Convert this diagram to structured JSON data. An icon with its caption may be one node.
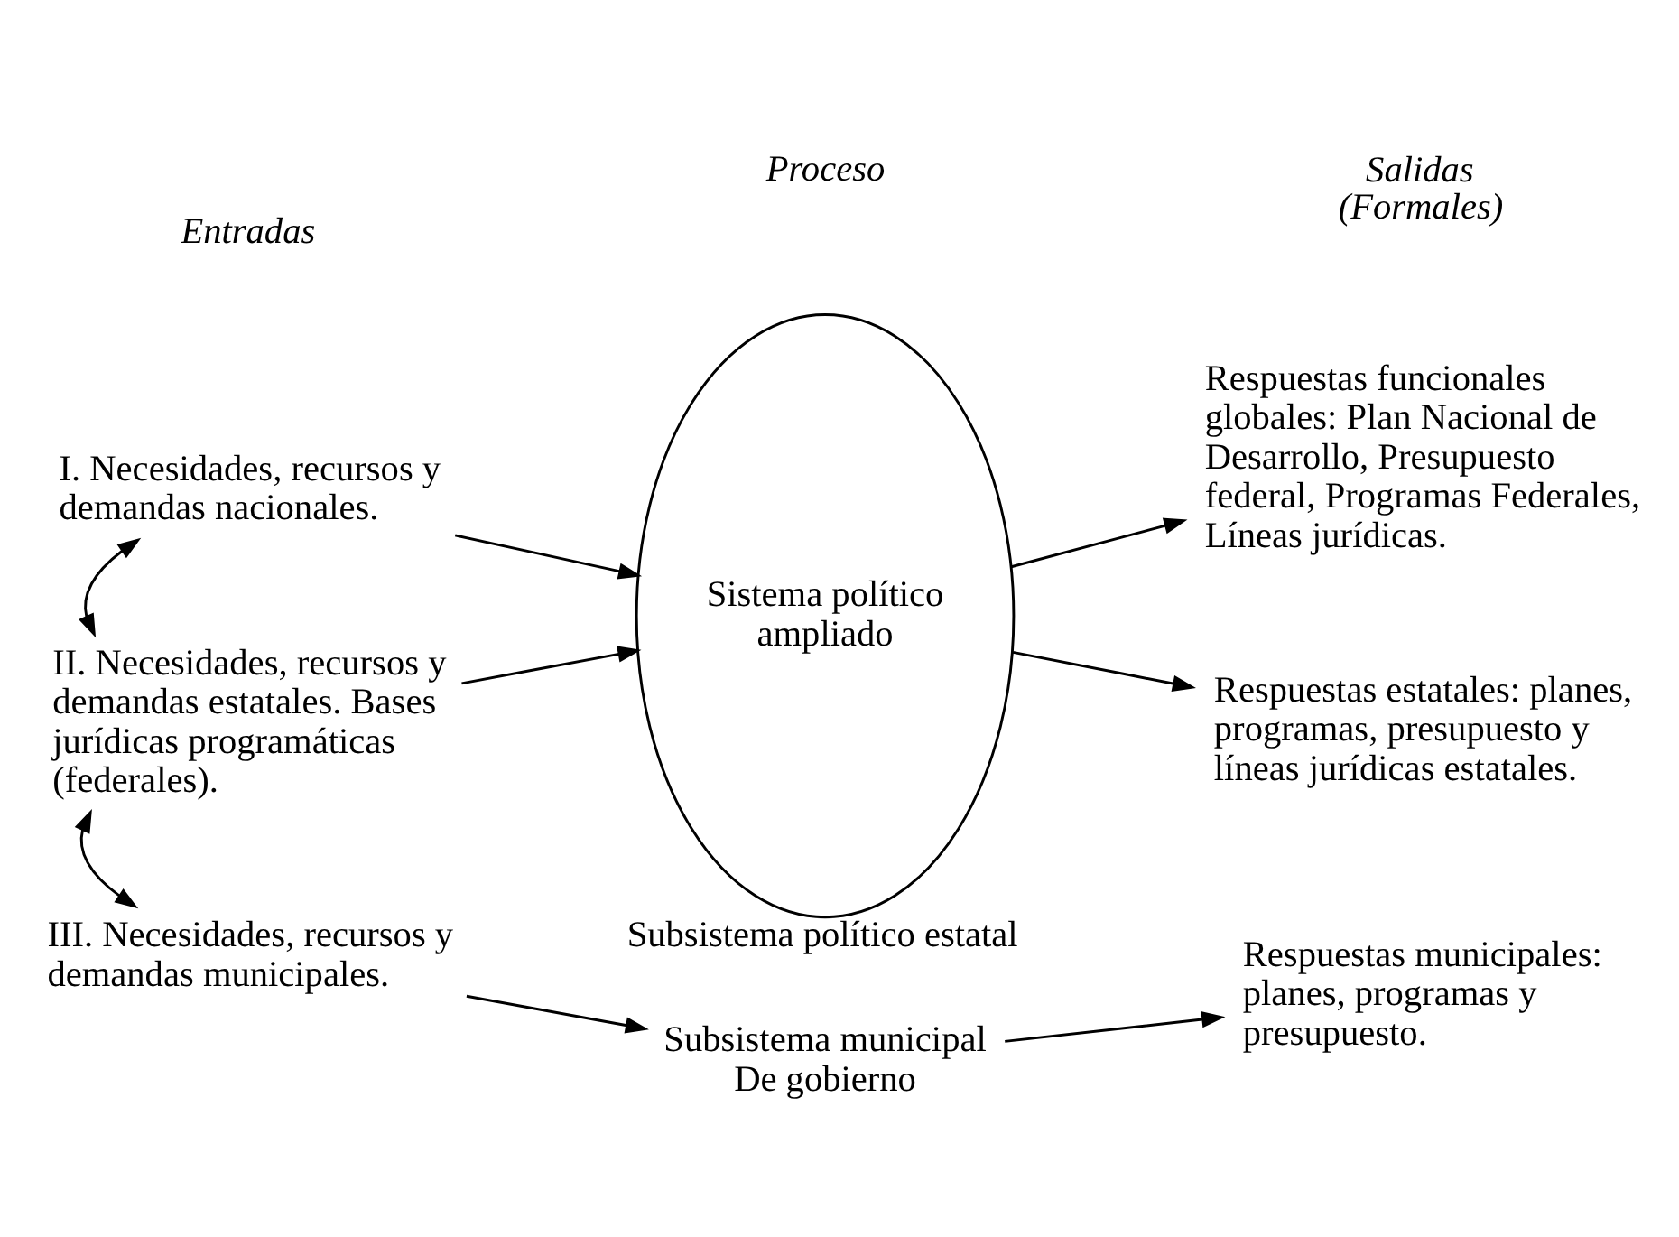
{
  "diagram": {
    "nodes": [
      {
        "text": [
          "I. Necesidades, recursos y demandas nacionales."
        ]
      },
      {
        "text": [
          "II. Necesidades, recursos y demandas estatales. Bases jurídicas programáticas (federales)."
        ]
      },
      {
        "text": [
          "III. Necesidades, recursos y demandas municipales."
        ]
      },
      {
        "text": [
          "Sistema político ampliado"
        ],
        "beside": [
          "Subsistema político estatal"
        ]
      },
      {
        "text": [
          "Subsistema municipal De gobierno"
        ]
      },
      {
        "text": [
          "Respuestas funcionales globales: Plan Nacional de Desarrollo, Presupuesto federal, Programas Federales, Líneas jurídicas."
        ]
      },
      {
        "text": [
          "Respuestas estatales: planes, programas, presupuesto y líneas jurídicas estatales."
        ]
      },
      {
        "text": [
          "Respuestas municipales: planes, programas y presupuesto."
        ]
      }
    ],
    "edges": [
      {
        "from": 0,
        "to": 1,
        "arrow": "both"
      },
      {
        "from": 1,
        "to": 2,
        "arrow": "both"
      },
      {
        "from": 0,
        "to": 3,
        "arrow": "to"
      },
      {
        "from": 1,
        "to": 3,
        "arrow": "to"
      },
      {
        "from": 3,
        "to": 5,
        "arrow": "to"
      },
      {
        "from": 3,
        "to": 6,
        "arrow": "to"
      },
      {
        "from": 2,
        "to": 4,
        "arrow": "to"
      },
      {
        "from": 4,
        "to": 7,
        "arrow": "to"
      }
    ],
    "labels": [
      "Entradas",
      "Proceso",
      "Salidas (Formales)"
    ]
  }
}
